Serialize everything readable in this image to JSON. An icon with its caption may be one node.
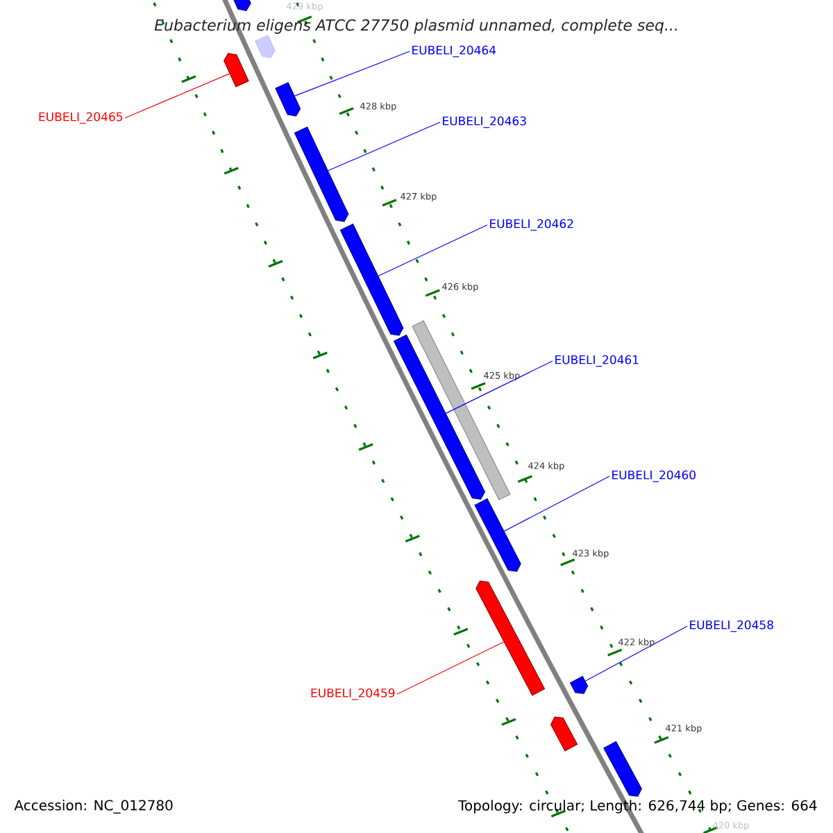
{
  "diagram": {
    "title": "Eubacterium eligens ATCC 27750 plasmid unnamed, complete seq...",
    "nodes": [
      {
        "text": [],
        "shape": "bar"
      },
      {
        "text": [],
        "shape": "bar"
      },
      {
        "text": [
          "EUBELI_20464"
        ]
      },
      {
        "text": [],
        "shape": "bar"
      },
      {
        "text": [],
        "shape": "bar"
      },
      {
        "text": [
          "EUBELI_20465"
        ]
      },
      {
        "text": [
          "EUBELI_20463"
        ]
      },
      {
        "text": [],
        "shape": "bar"
      },
      {
        "text": [
          "EUBELI_20462"
        ]
      },
      {
        "text": [],
        "shape": "bar"
      },
      {
        "text": [],
        "shape": "box"
      },
      {
        "text": [],
        "shape": "bar"
      },
      {
        "text": [
          "EUBELI_20461"
        ]
      },
      {
        "text": [
          "EUBELI_20460"
        ]
      },
      {
        "text": [],
        "shape": "bar"
      },
      {
        "text": [],
        "shape": "bar"
      },
      {
        "text": [
          "EUBELI_20458"
        ]
      },
      {
        "text": [],
        "shape": "bar"
      },
      {
        "text": [
          "EUBELI_20459"
        ]
      },
      {
        "text": [],
        "shape": "bar"
      },
      {
        "text": [],
        "shape": "bar"
      }
    ],
    "edges": [
      {
        "from": 2,
        "to": 4,
        "arrow": "none"
      },
      {
        "from": 5,
        "to": 3,
        "arrow": "none",
        "color": "#ff0000"
      },
      {
        "from": 6,
        "to": 7,
        "arrow": "none"
      },
      {
        "from": 8,
        "to": 9,
        "arrow": "none"
      },
      {
        "from": 12,
        "to": 11,
        "arrow": "none"
      },
      {
        "from": 13,
        "to": 14,
        "arrow": "none"
      },
      {
        "from": 16,
        "to": 17,
        "arrow": "none"
      },
      {
        "from": 18,
        "to": 15,
        "arrow": "none",
        "color": "#ff0000"
      }
    ],
    "labels": [
      "429 kbp",
      "428 kbp",
      "427 kbp",
      "426 kbp",
      "425 kbp",
      "424 kbp",
      "423 kbp",
      "422 kbp",
      "421 kbp",
      "420 kbp",
      "Accession: NC_012780",
      "Topology: circular; Length: 626,744 bp; Genes: 664"
    ]
  }
}
